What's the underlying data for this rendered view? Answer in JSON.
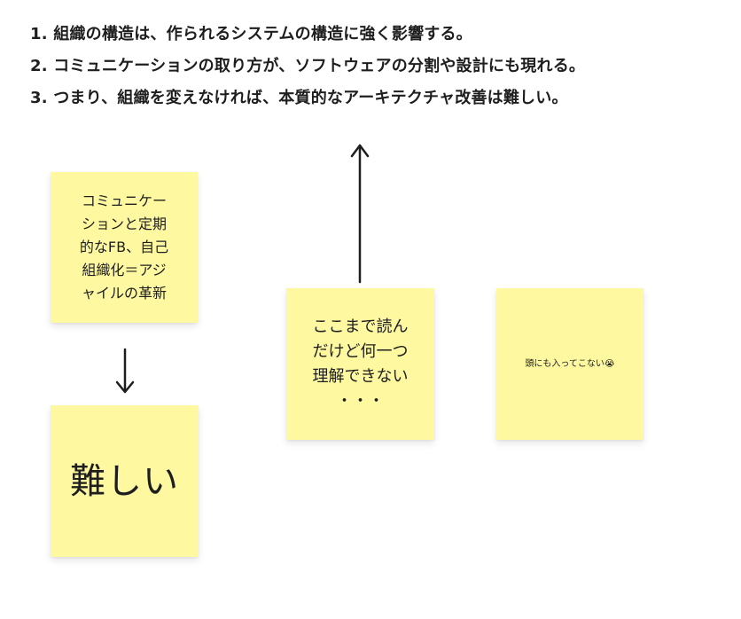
{
  "headings": [
    "1. 組織の構造は、作られるシステムの構造に強く影響する。",
    "2. コミュニケーションの取り方が、ソフトウェアの分割や設計にも現れる。",
    "3. つまり、組織を変えなければ、本質的なアーキテクチャ改善は難しい。"
  ],
  "notes": {
    "agile": "コミュニケー\nションと定期\n的なFB、自己\n組織化＝アジ\nャイルの革新",
    "difficult": "難しい",
    "read": "ここまで読ん\nだけど何一つ\n理解できない\n・・・",
    "head": "頭にも入ってこない😭"
  },
  "colors": {
    "sticky": "#fef9a0",
    "arrow": "#1e1e1e"
  }
}
